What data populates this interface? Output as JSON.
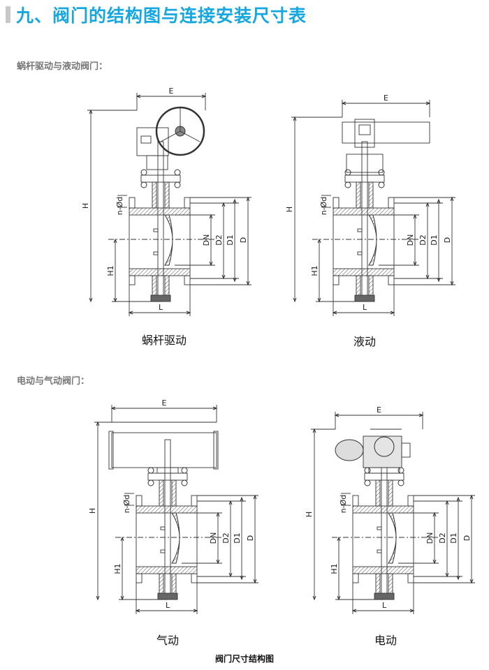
{
  "title": "九、阀门的结构图与连接安装尺寸表",
  "sections": {
    "worm_hydraulic": "蜗杆驱动与液动阀门：",
    "electric_pneumatic": "电动与气动阀门："
  },
  "drawings": [
    {
      "caption": "蜗杆驱动",
      "actuator": "worm"
    },
    {
      "caption": "液动",
      "actuator": "hydraulic"
    },
    {
      "caption": "气动",
      "actuator": "pneumatic"
    },
    {
      "caption": "电动",
      "actuator": "electric"
    }
  ],
  "dimension_labels": {
    "E": "E",
    "H": "H",
    "H1": "H1",
    "L": "L",
    "DN": "DN",
    "D2": "D2",
    "D1": "D1",
    "D": "D",
    "nd": "n-Ød"
  },
  "figure_caption": "阀门尺寸结构图",
  "colors": {
    "title": "#17a7e0",
    "line": "#333333"
  }
}
